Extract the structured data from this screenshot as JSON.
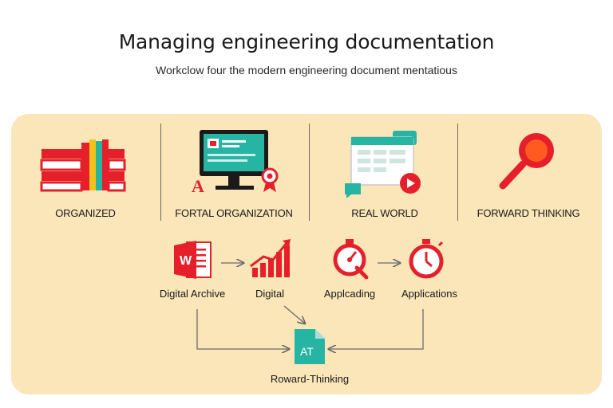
{
  "title": "Managing engineering documentation",
  "subtitle": "Workclow four the modern engineering document mentatious",
  "columns": [
    {
      "label": "ORGANIZED"
    },
    {
      "label": "FORTAL ORGANIZATION"
    },
    {
      "label": "REAL WORLD"
    },
    {
      "label": "FORWARD THINKING"
    }
  ],
  "steps": [
    {
      "label": "Digital Archive"
    },
    {
      "label": "Digital"
    },
    {
      "label": "Applcading"
    },
    {
      "label": "Applications"
    }
  ],
  "icon_text": {
    "letter_a": "A",
    "word_w": "W",
    "output_at": "AT"
  },
  "output": {
    "label": "Roward-Thinking"
  },
  "colors": {
    "panel": "#fae6b8",
    "accent_red": "#e5202b",
    "teal": "#26b5a3",
    "arrow": "#6b6b6b"
  }
}
